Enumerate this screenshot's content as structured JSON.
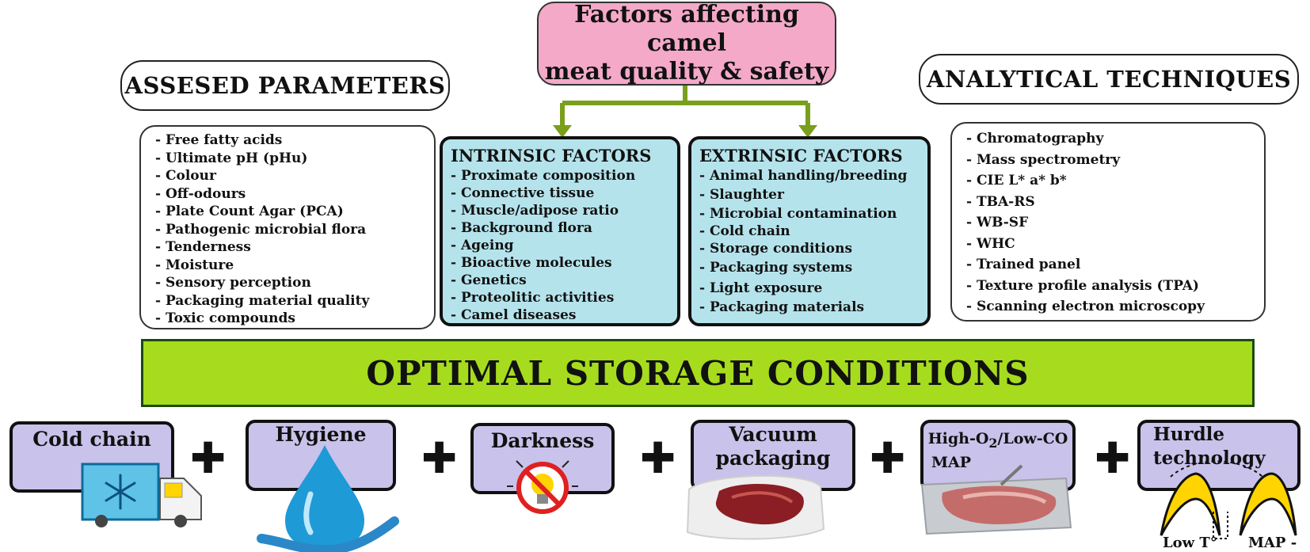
{
  "title": {
    "line1": "Factors affecting camel",
    "line2": "meat quality & safety"
  },
  "assessed_parameters": {
    "header": "ASSESED PARAMETERS",
    "items": [
      "- Free fatty acids",
      "- Ultimate pH (pHu)",
      "- Colour",
      "- Off-odours",
      "- Plate Count Agar (PCA)",
      "- Pathogenic microbial flora",
      "- Tenderness",
      "- Moisture",
      "- Sensory perception",
      "- Packaging material quality",
      "- Toxic compounds"
    ]
  },
  "analytical_techniques": {
    "header": "ANALYTICAL TECHNIQUES",
    "items": [
      "- Chromatography",
      "- Mass spectrometry",
      "- CIE L* a* b*",
      "- TBA-RS",
      "- WB-SF",
      "- WHC",
      "- Trained panel",
      "- Texture profile analysis (TPA)",
      "- Scanning electron microscopy"
    ]
  },
  "intrinsic_factors": {
    "title": "INTRINSIC FACTORS",
    "items": [
      "- Proximate composition",
      "- Connective tissue",
      "- Muscle/adipose ratio",
      "- Background flora",
      "- Ageing",
      "- Bioactive molecules",
      "- Genetics",
      "- Proteolitic activities",
      "- Camel diseases"
    ]
  },
  "extrinsic_factors": {
    "title": "EXTRINSIC FACTORS",
    "items": [
      "- Animal handling/breeding",
      "- Slaughter",
      "- Microbial contamination",
      "- Cold chain",
      "- Storage conditions",
      "- Packaging systems",
      "- Light exposure",
      "- Packaging materials"
    ]
  },
  "optimal_conditions": {
    "title": "OPTIMAL STORAGE CONDITIONS",
    "plus_symbol": "✚",
    "conditions": [
      {
        "label": "Cold chain"
      },
      {
        "label": "Hygiene"
      },
      {
        "label": "Darkness"
      },
      {
        "label": "Vacuum",
        "label2": "packaging"
      },
      {
        "label": "High-O",
        "sub": "2",
        "label_rest": "/Low-CO",
        "label2": "MAP"
      },
      {
        "label": "Hurdle",
        "label2": "technology"
      }
    ],
    "hurdle_labels": {
      "left": "Low T°",
      "right": "MAP -"
    }
  },
  "colors": {
    "title_bg": "#f4a9c8",
    "factor_bg": "#b5e3ec",
    "banner_bg": "#a6dc1d",
    "condition_bg": "#c9c2ea",
    "arrow": "#7a9f1c"
  }
}
